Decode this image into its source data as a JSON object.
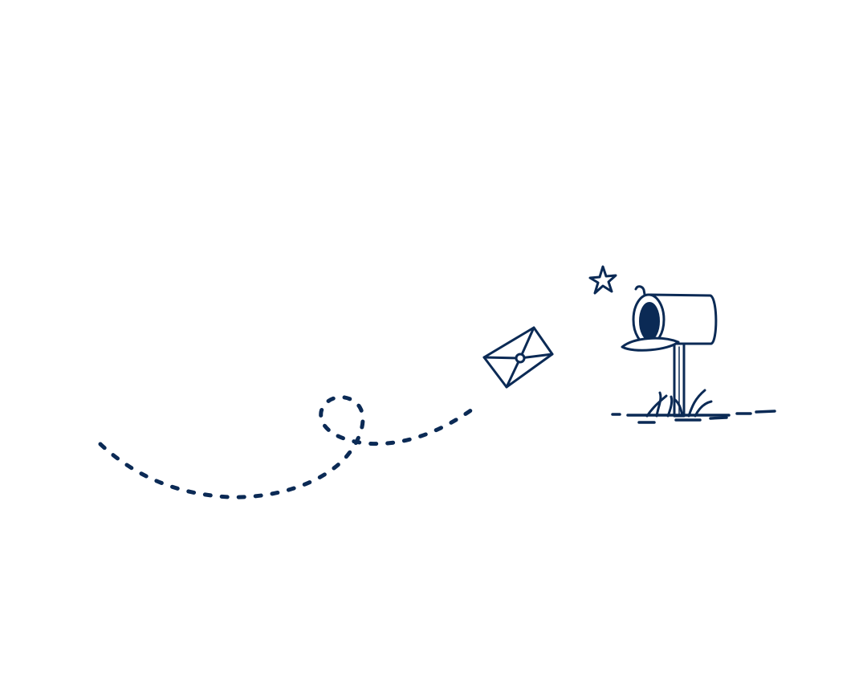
{
  "background_color": "#ffffff",
  "ink_color": "#0b2a55",
  "illustration": {
    "subject": "mailbox-illustration",
    "elements": [
      "dotted-flight-path",
      "envelope-icon",
      "sparkle-star-icon",
      "mailbox-icon",
      "grass-tuft",
      "ground-line"
    ]
  }
}
